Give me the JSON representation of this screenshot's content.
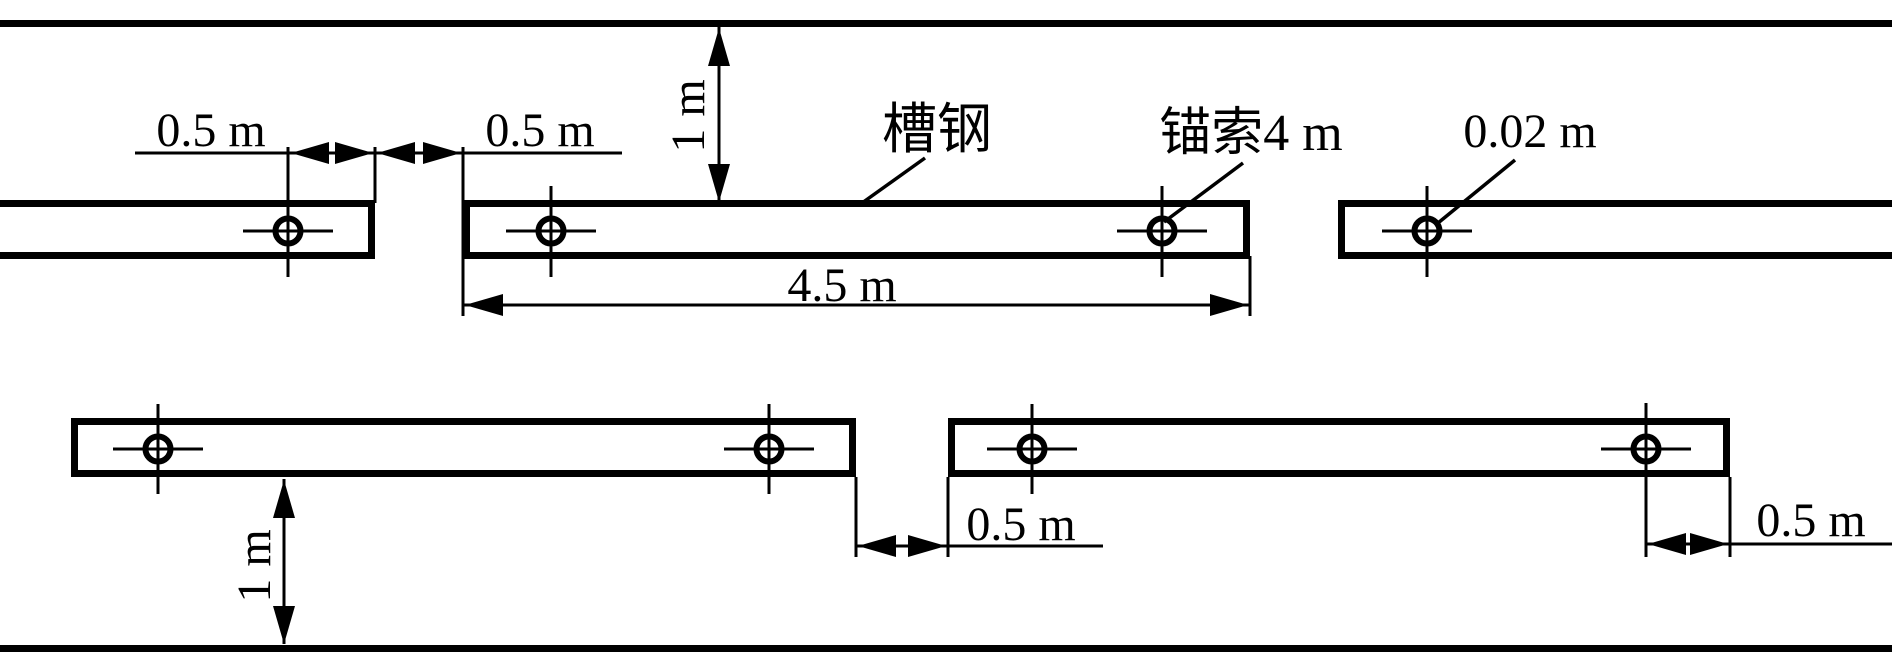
{
  "figure": {
    "background_color": "#ffffff",
    "ink_color": "#000000",
    "labels": {
      "top_left_hole_offset": "0.5 m",
      "top_gap": "0.5 m",
      "top_clearance": "1 m",
      "channel_steel": "槽钢",
      "anchor_cable": "锚索4 m",
      "hole_diameter": "0.02 m",
      "bar_length": "4.5 m",
      "bottom_clearance": "1 m",
      "bottom_gap": "0.5 m",
      "bottom_right_hole_offset": "0.5 m"
    }
  }
}
